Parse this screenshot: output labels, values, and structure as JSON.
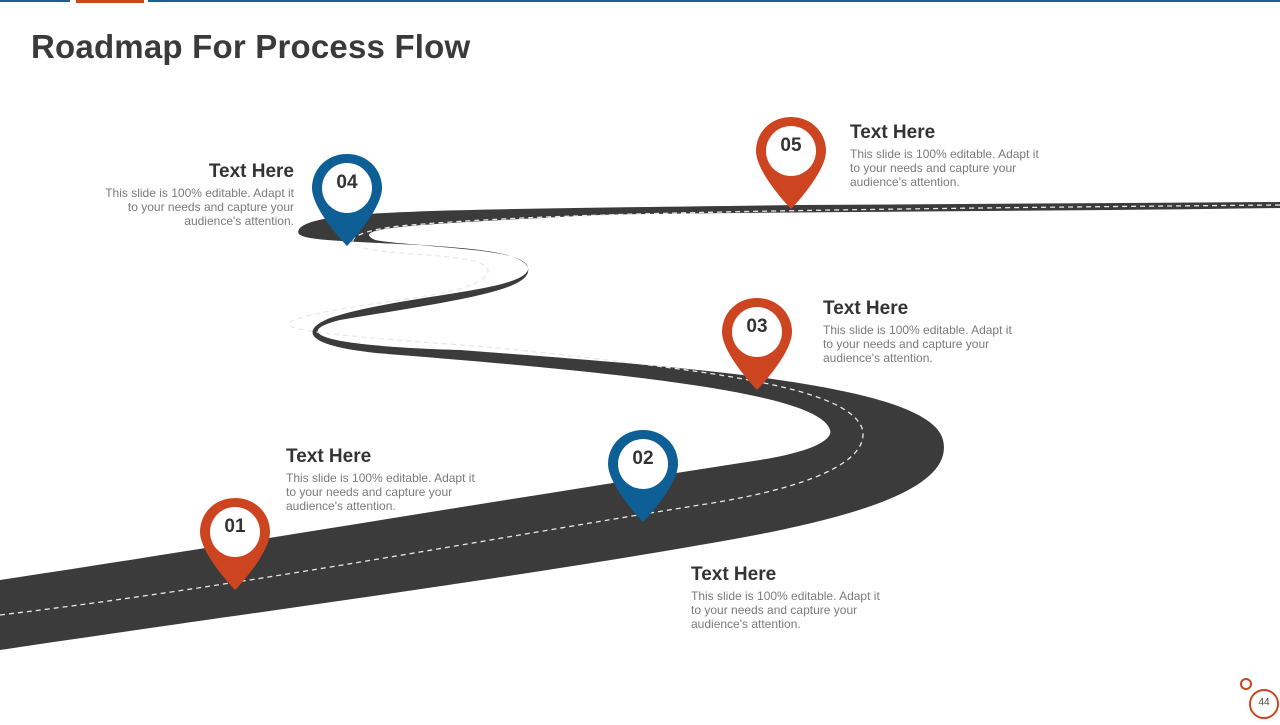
{
  "title": "Roadmap For Process Flow",
  "colors": {
    "orange": "#cd4520",
    "blue": "#0e5f95",
    "road": "#3b3b3b",
    "accent_line": "#1f5f8f"
  },
  "milestones": [
    {
      "num": "01",
      "color": "orange",
      "heading": "Text Here",
      "body": "This slide is 100% editable. Adapt it to your needs and capture your audience's attention."
    },
    {
      "num": "02",
      "color": "blue",
      "heading": "Text Here",
      "body": "This slide is 100% editable. Adapt it to your needs and capture your audience's attention."
    },
    {
      "num": "03",
      "color": "orange",
      "heading": "Text Here",
      "body": "This slide is 100% editable. Adapt it to your needs and capture your audience's attention."
    },
    {
      "num": "04",
      "color": "blue",
      "heading": "Text Here",
      "body": "This slide is 100% editable. Adapt it to your needs and capture your audience's attention."
    },
    {
      "num": "05",
      "color": "orange",
      "heading": "Text Here",
      "body": "This slide is 100% editable. Adapt it to your needs and capture your audience's attention."
    }
  ],
  "page_number": "44"
}
